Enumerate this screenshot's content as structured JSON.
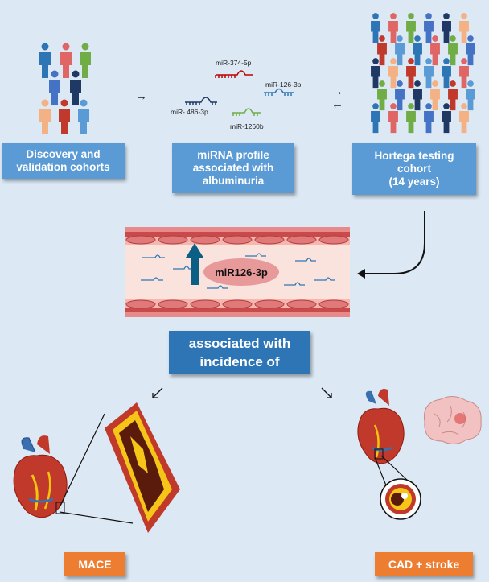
{
  "boxes": {
    "discovery": [
      "Discovery and",
      "validation cohorts"
    ],
    "mirna": [
      "miRNA profile",
      "associated with",
      "albuminuria"
    ],
    "hortega": [
      "Hortega testing",
      "cohort",
      "(14 years)"
    ],
    "associated": [
      "associated with",
      "incidence of"
    ]
  },
  "mirnas": [
    "miR-374-5p",
    "miR-126-3p",
    "miR- 486-3p",
    "miR-1260b"
  ],
  "vessel_label": "miR126-3p",
  "outcomes": {
    "mace": "MACE",
    "cad": "CAD + stroke"
  },
  "colors": {
    "box": "#5b9bd5",
    "box_dark": "#2e75b6",
    "outcome": "#ed7d31",
    "background": "#dce9f5",
    "vessel": "#e88a8a"
  }
}
